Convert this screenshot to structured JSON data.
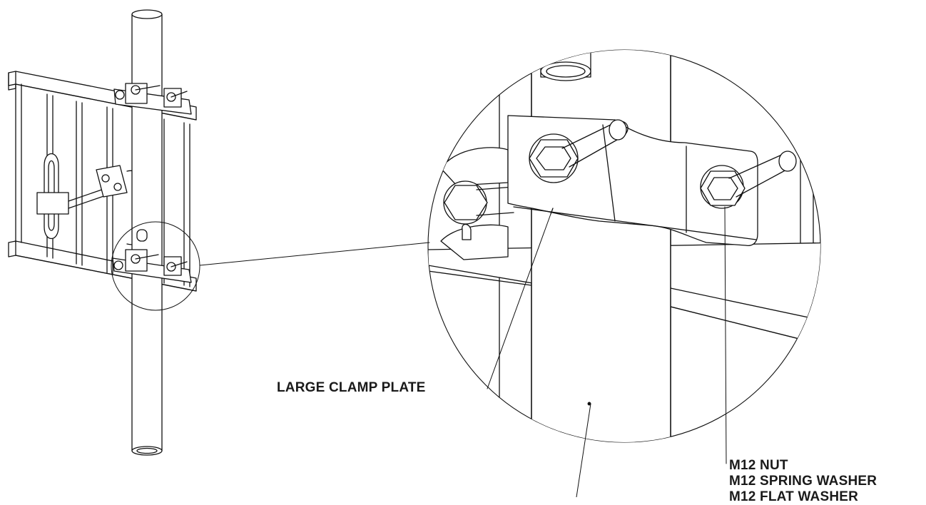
{
  "callouts": {
    "large_clamp_plate": "LARGE CLAMP PLATE",
    "fastener_stack": [
      "M12 NUT",
      "M12 SPRING WASHER",
      "M12 FLAT WASHER"
    ]
  },
  "colors": {
    "line": "#111111",
    "background": "#ffffff",
    "text": "#1a1a1a"
  }
}
